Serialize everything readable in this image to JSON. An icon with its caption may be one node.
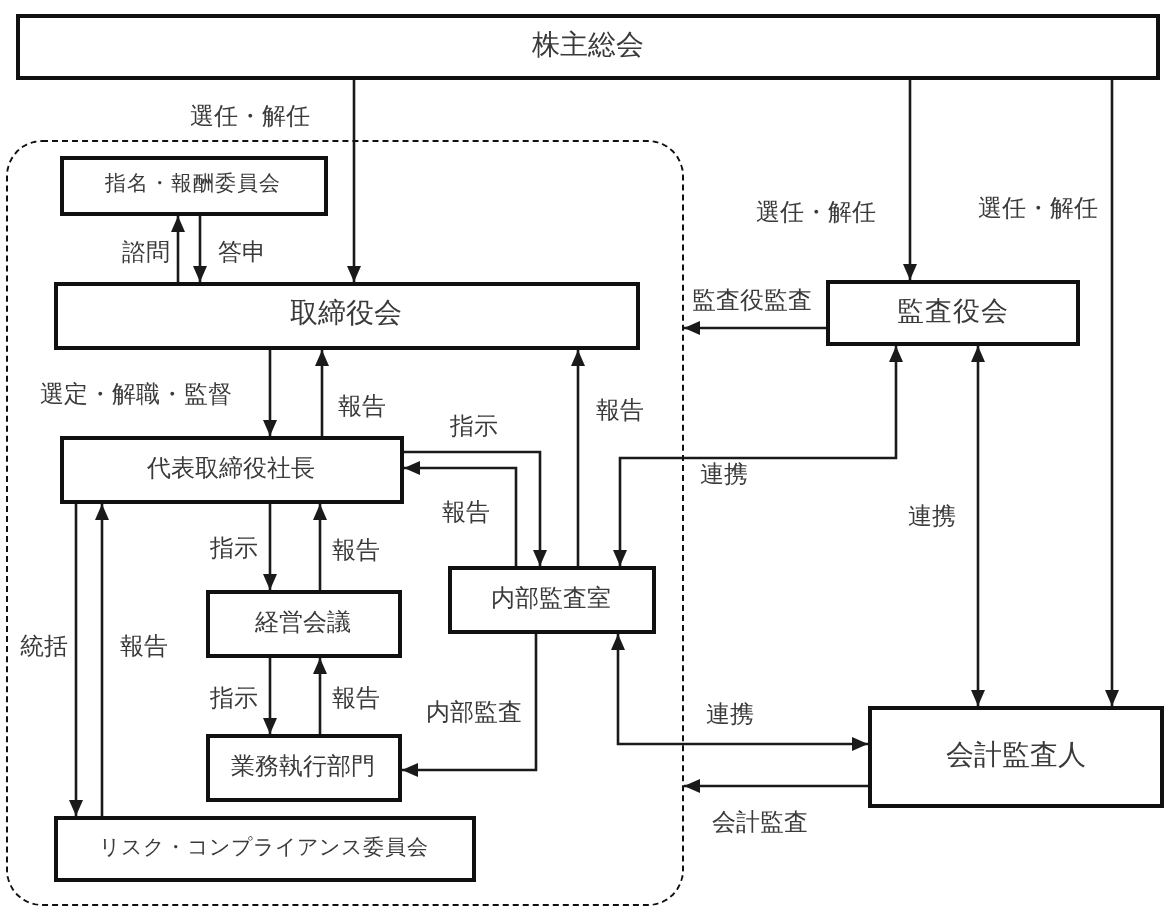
{
  "diagram": {
    "nodes": [
      {
        "text": [
          "株主総会"
        ]
      },
      {
        "text": [],
        "shape": "box"
      },
      {
        "text": [
          "指名・報酬委員会"
        ],
        "in": 1
      },
      {
        "text": [
          "取締役会"
        ],
        "in": 1
      },
      {
        "text": [
          "監査役会"
        ]
      },
      {
        "text": [
          "代表取締役社長"
        ],
        "in": 1
      },
      {
        "text": [
          "内部監査室"
        ],
        "in": 1
      },
      {
        "text": [
          "経営会議"
        ],
        "in": 1
      },
      {
        "text": [
          "業務執行部門"
        ],
        "in": 1
      },
      {
        "text": [
          "会計監査人"
        ]
      },
      {
        "text": [
          "リスク・コンプライアンス委員会"
        ],
        "in": 1
      }
    ],
    "edges": [
      {
        "from": 0,
        "to": 3,
        "arrow": "to",
        "label": "選任・解任"
      },
      {
        "from": 0,
        "to": 4,
        "arrow": "to",
        "label": "選任・解任"
      },
      {
        "from": 0,
        "to": 9,
        "arrow": "to",
        "label": "選任・解任"
      },
      {
        "from": 3,
        "to": 2,
        "arrow": "to",
        "label": "諮問"
      },
      {
        "from": 2,
        "to": 3,
        "arrow": "to",
        "label": "答申"
      },
      {
        "from": 4,
        "to": 1,
        "arrow": "to",
        "label": "監査役監査"
      },
      {
        "from": 3,
        "to": 5,
        "arrow": "to",
        "label": "選定・解職・監督"
      },
      {
        "from": 5,
        "to": 3,
        "arrow": "to",
        "label": "報告"
      },
      {
        "from": 5,
        "to": 6,
        "arrow": "to",
        "label": "指示"
      },
      {
        "from": 6,
        "to": 5,
        "arrow": "to",
        "label": "報告"
      },
      {
        "from": 6,
        "to": 3,
        "arrow": "to",
        "label": "報告"
      },
      {
        "from": 4,
        "to": 6,
        "arrow": "both",
        "label": "連携"
      },
      {
        "from": 4,
        "to": 9,
        "arrow": "both",
        "label": "連携"
      },
      {
        "from": 5,
        "to": 7,
        "arrow": "to",
        "label": "指示"
      },
      {
        "from": 7,
        "to": 5,
        "arrow": "to",
        "label": "報告"
      },
      {
        "from": 7,
        "to": 8,
        "arrow": "to",
        "label": "指示"
      },
      {
        "from": 8,
        "to": 7,
        "arrow": "to",
        "label": "報告"
      },
      {
        "from": 5,
        "to": 10,
        "arrow": "to",
        "label": "統括"
      },
      {
        "from": 10,
        "to": 5,
        "arrow": "to",
        "label": "報告"
      },
      {
        "from": 6,
        "to": 8,
        "arrow": "to",
        "label": "内部監査"
      },
      {
        "from": 6,
        "to": 9,
        "arrow": "both",
        "label": "連携"
      },
      {
        "from": 9,
        "to": 1,
        "arrow": "to",
        "label": "会計監査"
      }
    ]
  }
}
